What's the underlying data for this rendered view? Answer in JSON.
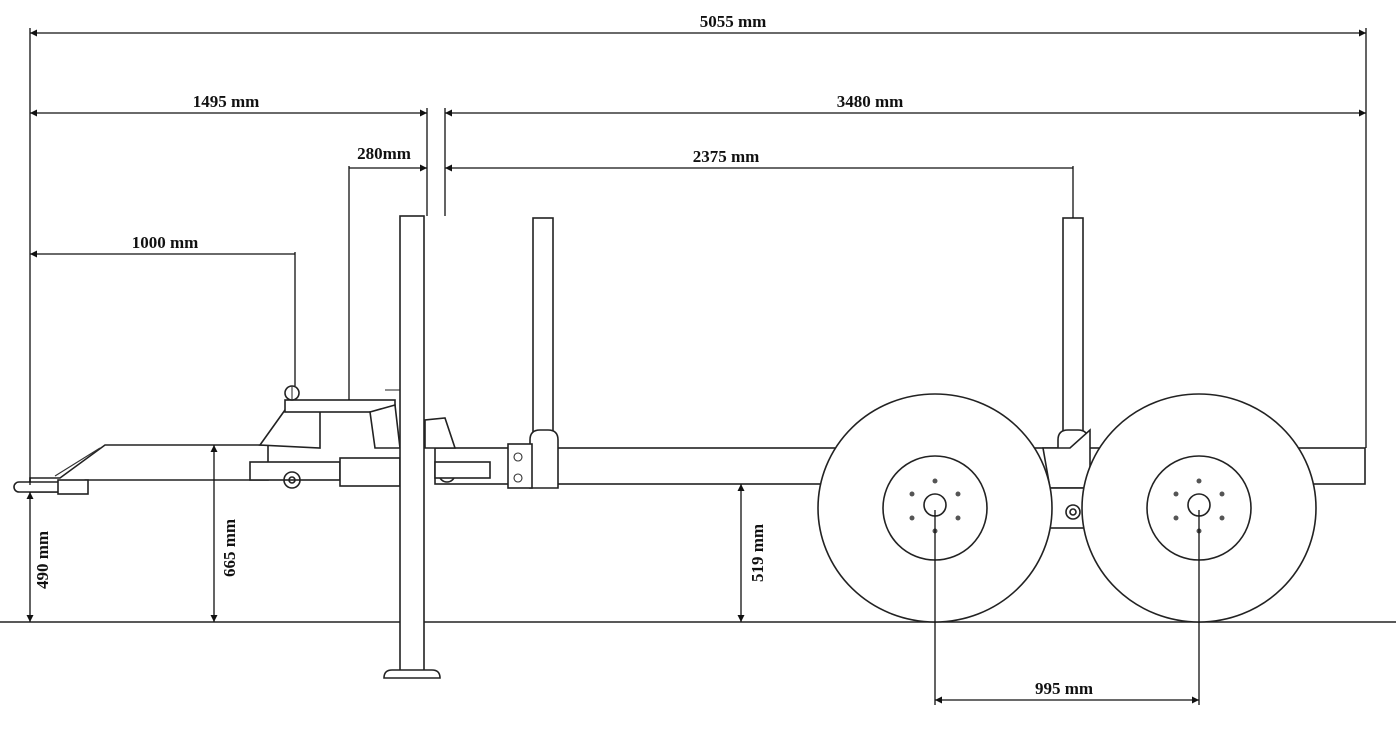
{
  "dimensions": {
    "overall_length": "5055 mm",
    "front_to_stanchion": "1495 mm",
    "stanchion_to_rear": "3480 mm",
    "stanchion_offset": "280mm",
    "stanchion_spacing": "2375 mm",
    "front_to_jack_mount": "1000 mm",
    "hitch_height": "490 mm",
    "drawbar_height": "665 mm",
    "frame_height": "519 mm",
    "axle_spacing": "995 mm"
  }
}
